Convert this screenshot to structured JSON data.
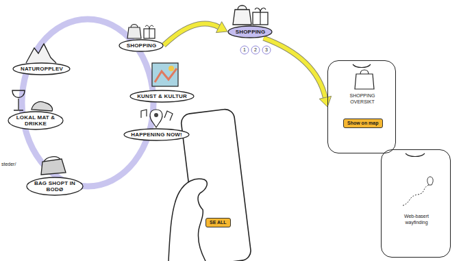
{
  "diagram": {
    "nodes": [
      {
        "text": [
          "NATUROPPLEV"
        ]
      },
      {
        "text": [
          "LOKAL MAT & DRIKKE"
        ]
      },
      {
        "text": [
          "BAG SHOPT IN BODØ"
        ]
      },
      {
        "text": [
          "SHOPPING"
        ]
      },
      {
        "text": [
          "KUNST & KULTUR"
        ]
      },
      {
        "text": [
          "HAPPENING NOW!"
        ]
      },
      {
        "text": [
          "SHOPPING"
        ]
      },
      {
        "text": [
          "SHOPPING OVERSIKT"
        ]
      },
      {
        "text": [
          "Show on map"
        ],
        "in": 7
      },
      {
        "text": [
          "SE ALL"
        ]
      },
      {
        "text": [
          "Web-basert wayfinding"
        ]
      }
    ],
    "edges": [
      {
        "from": 3,
        "to": 6,
        "arrow": "to"
      },
      {
        "from": 6,
        "to": 7,
        "arrow": "to"
      }
    ],
    "labels": [
      "1",
      "2",
      "3",
      "steder/"
    ]
  }
}
